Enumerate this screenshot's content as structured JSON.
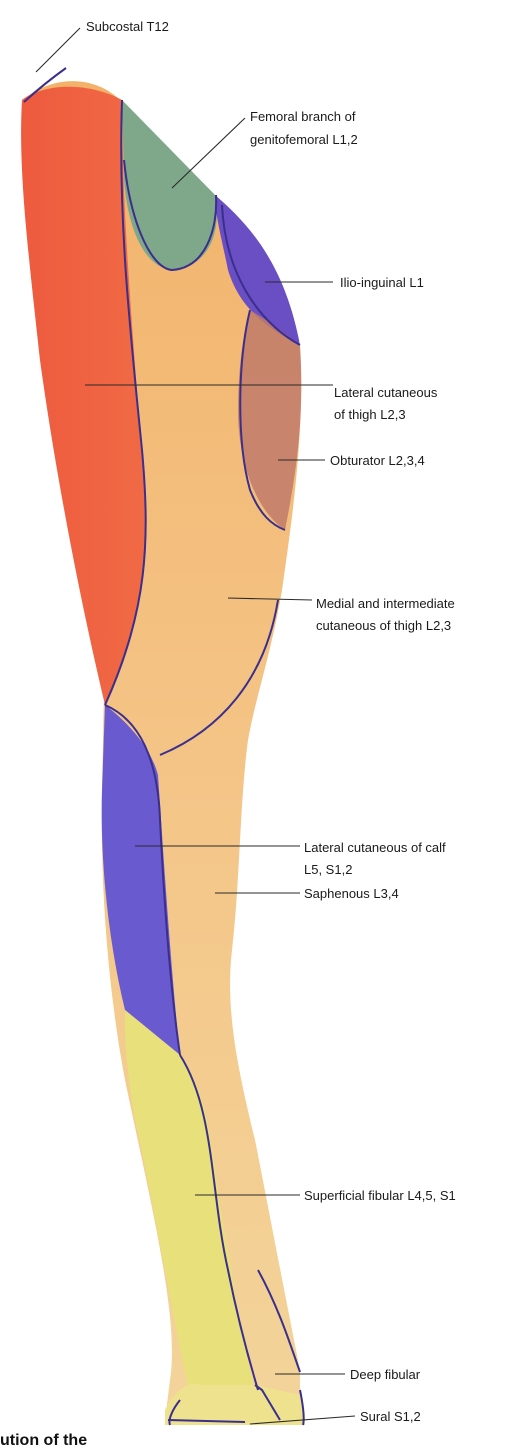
{
  "labels": {
    "subcostal": "Subcostal T12",
    "femoral_1": "Femoral branch of",
    "femoral_2": "genitofemoral L1,2",
    "ilio": "Ilio-inguinal L1",
    "lateral_thigh_1": "Lateral cutaneous",
    "lateral_thigh_2": "of thigh L2,3",
    "obturator": "Obturator L2,3,4",
    "medial_1": "Medial and intermediate",
    "medial_2": "cutaneous of thigh L2,3",
    "lateral_calf_1": "Lateral cutaneous of calf",
    "lateral_calf_2": "L5, S1,2",
    "saphenous": "Saphenous L3,4",
    "superficial_fibular": "Superficial fibular L4,5, S1",
    "deep_fibular": "Deep fibular",
    "sural": "Sural S1,2"
  },
  "caption": "ution of the",
  "colors": {
    "lateral_thigh": "#ee5a3e",
    "genitofemoral": "#7fa88a",
    "ilio_inguinal": "#6a4fc4",
    "obturator": "#c07a6a",
    "medial_thigh": "#f0b070",
    "saphenous": "#f3c48a",
    "lateral_calf": "#6a5ad0",
    "superficial_fibular": "#e8e07a",
    "outline": "#3a2f8c"
  }
}
